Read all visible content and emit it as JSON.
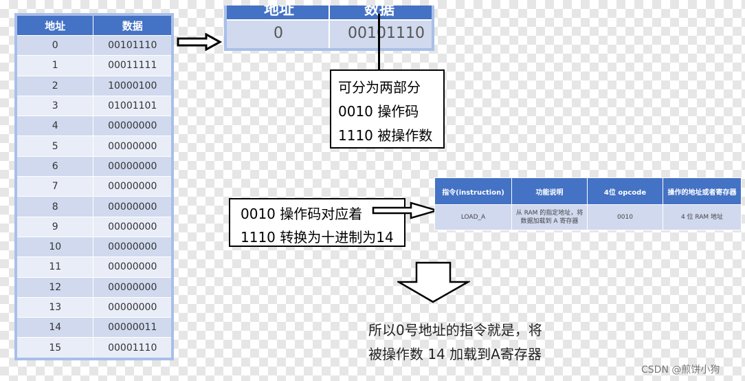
{
  "memory_table": {
    "headers": [
      "地址",
      "数据"
    ],
    "rows": [
      [
        "0",
        "00101110"
      ],
      [
        "1",
        "00011111"
      ],
      [
        "2",
        "10000100"
      ],
      [
        "3",
        "01001101"
      ],
      [
        "4",
        "00000000"
      ],
      [
        "5",
        "00000000"
      ],
      [
        "6",
        "00000000"
      ],
      [
        "7",
        "00000000"
      ],
      [
        "8",
        "00000000"
      ],
      [
        "9",
        "00000000"
      ],
      [
        "10",
        "00000000"
      ],
      [
        "11",
        "00000000"
      ],
      [
        "12",
        "00000000"
      ],
      [
        "13",
        "00000000"
      ],
      [
        "14",
        "00000011"
      ],
      [
        "15",
        "00001110"
      ]
    ]
  },
  "zoom": {
    "headers": [
      "地址",
      "数据"
    ],
    "address": "0",
    "data": "00101110"
  },
  "split_box": {
    "line1": "可分为两部分",
    "line2": "0010  操作码",
    "line3": "1110  被操作数"
  },
  "opcode_box": {
    "line1": "0010  操作码对应着",
    "line2": "1110  转换为十进制为14"
  },
  "instruction_table": {
    "headers": [
      "指令(instruction)",
      "功能说明",
      "4位 opcode",
      "操作的地址或者寄存器"
    ],
    "row": [
      "LOAD_A",
      "从 RAM 的指定地址，将数据加载到 A 寄存器",
      "0010",
      "4 位 RAM 地址"
    ]
  },
  "conclusion": {
    "line1": "所以0号地址的指令就是，将",
    "line2": "被操作数 14 加载到A寄存器"
  },
  "watermark": "CSDN @煎饼小狗",
  "colors": {
    "header": "#4472c4",
    "row_odd": "#d0d9ee",
    "row_even": "#e9edf7",
    "border": "#a8bfe8"
  }
}
